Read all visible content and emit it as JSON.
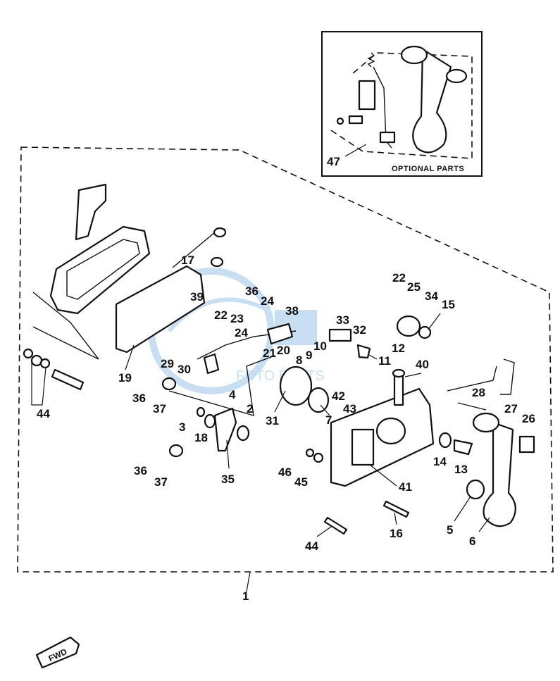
{
  "optional_box": {
    "caption": "OPTIONAL PARTS",
    "part_number": "47"
  },
  "assembly_number": "1",
  "fwd_label": "FWD",
  "watermark": "FOTO PARTS",
  "part_labels": [
    "2",
    "3",
    "4",
    "5",
    "6",
    "7",
    "8",
    "9",
    "10",
    "11",
    "12",
    "13",
    "14",
    "15",
    "16",
    "17",
    "18",
    "19",
    "20",
    "21",
    "22",
    "22",
    "23",
    "24",
    "24",
    "25",
    "26",
    "27",
    "28",
    "29",
    "30",
    "31",
    "32",
    "33",
    "34",
    "35",
    "36",
    "36",
    "36",
    "37",
    "37",
    "38",
    "39",
    "40",
    "41",
    "42",
    "43",
    "44",
    "44",
    "45",
    "46"
  ]
}
